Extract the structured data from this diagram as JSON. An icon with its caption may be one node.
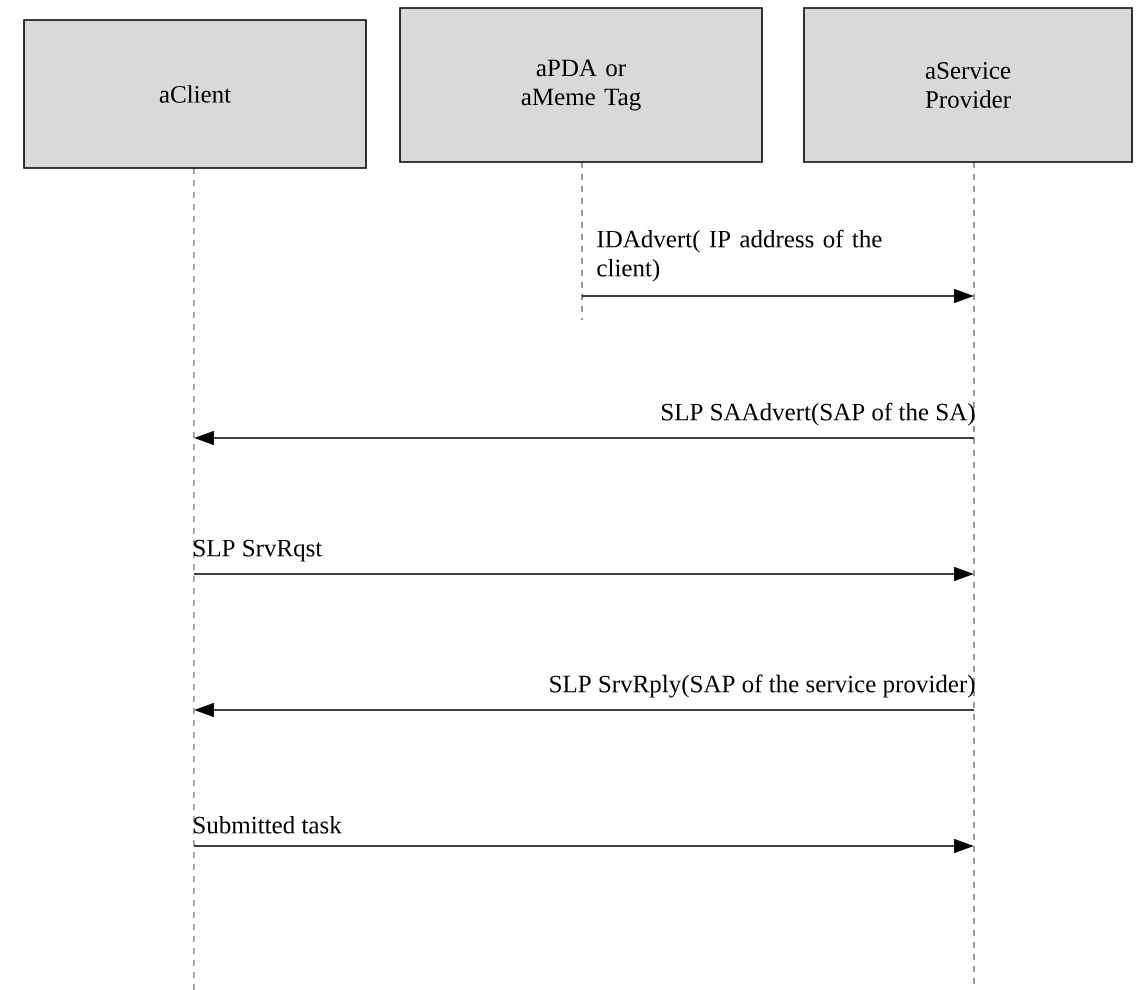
{
  "diagram": {
    "nodes": [
      {
        "text": [
          "aClient"
        ]
      },
      {
        "text": [
          "aPDA or aMeme Tag"
        ]
      },
      {
        "text": [
          "aService Provider"
        ]
      }
    ],
    "edges": [
      {
        "from": 1,
        "to": 2,
        "arrow": "to",
        "label": "IDAdvert( IP address of the client)"
      },
      {
        "from": 2,
        "to": 0,
        "arrow": "to",
        "label": "SLP SAAdvert(SAP of the SA)"
      },
      {
        "from": 0,
        "to": 2,
        "arrow": "to",
        "label": "SLP SrvRqst"
      },
      {
        "from": 2,
        "to": 0,
        "arrow": "to",
        "label": "SLP SrvRply(SAP of the service provider)"
      },
      {
        "from": 0,
        "to": 2,
        "arrow": "to",
        "label": "Submitted task"
      }
    ]
  }
}
